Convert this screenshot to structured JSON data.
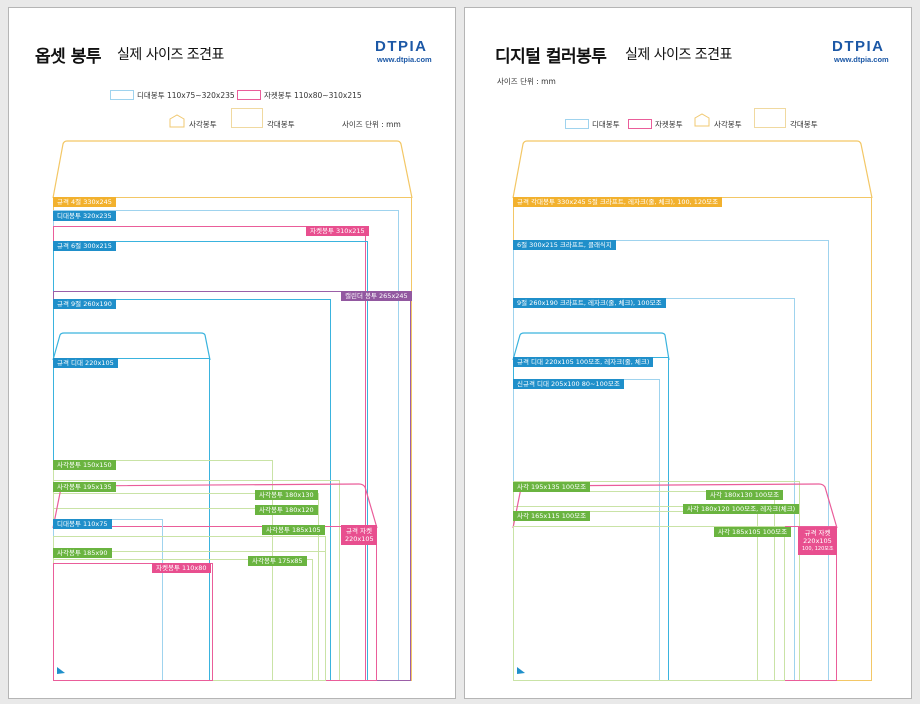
{
  "left": {
    "title_main": "옵셋 봉투",
    "title_sub": "실제 사이즈 조견표",
    "logo": "DTPIA",
    "url": "www.dtpia.com",
    "legend": {
      "ddae": "디대봉투 110x75~320x235",
      "jacket": "자켓봉투 110x80~310x215",
      "sagak": "사각봉투",
      "gakdae": "각대봉투",
      "unit": "사이즈 단위 : mm"
    },
    "labels": {
      "l1": "규격 4절 330x245",
      "l2": "디대봉투 320x235",
      "l3": "자켓봉투 310x215",
      "l4": "규격 6절 300x215",
      "l5": "캘린더 봉투 265x245",
      "l6": "규격 9절 260x190",
      "l7": "규격 디대 220x105",
      "l8": "사각봉투 150x150",
      "l9": "사각봉투 195x135",
      "l10": "사각봉투 180x130",
      "l11": "사각봉투 180x120",
      "l12": "디대봉투 110x75",
      "l13": "사각봉투 185x105",
      "l14a": "규격 자켓",
      "l14b": "220x105",
      "l15": "사각봉투 185x90",
      "l16": "사각봉투 175x85",
      "l17": "자켓봉투 110x80"
    }
  },
  "right": {
    "title_main": "디지털 컬러봉투",
    "title_sub": "실제 사이즈 조견표",
    "logo": "DTPIA",
    "url": "www.dtpia.com",
    "unit": "사이즈 단위 : mm",
    "legend": {
      "ddae": "디대봉투",
      "jacket": "자켓봉투",
      "sagak": "사각봉투",
      "gakdae": "각대봉투"
    },
    "labels": {
      "r1": "규격 각대봉투 330x245 5절 크라프트, 레자크(줄, 체크), 100, 120모조",
      "r2": "6절 300x215 크라프트, 클래식지",
      "r3": "9절 260x190 크라프트, 레자크(줄, 체크), 100모조",
      "r4": "규격 디대 220x105 100모조, 레자크(줄, 체크)",
      "r5": "신규격 디대 205x100 80~100모조",
      "r6": "사각 195x135 100모조",
      "r7": "사각 180x130 100모조",
      "r8": "사각 180x120 100모조, 레자크(체크)",
      "r9": "사각 165x115 100모조",
      "r10": "사각 185x105 100모조",
      "r11a": "규격 자켓",
      "r11b": "220x105",
      "r11c": "100, 120모조"
    }
  }
}
